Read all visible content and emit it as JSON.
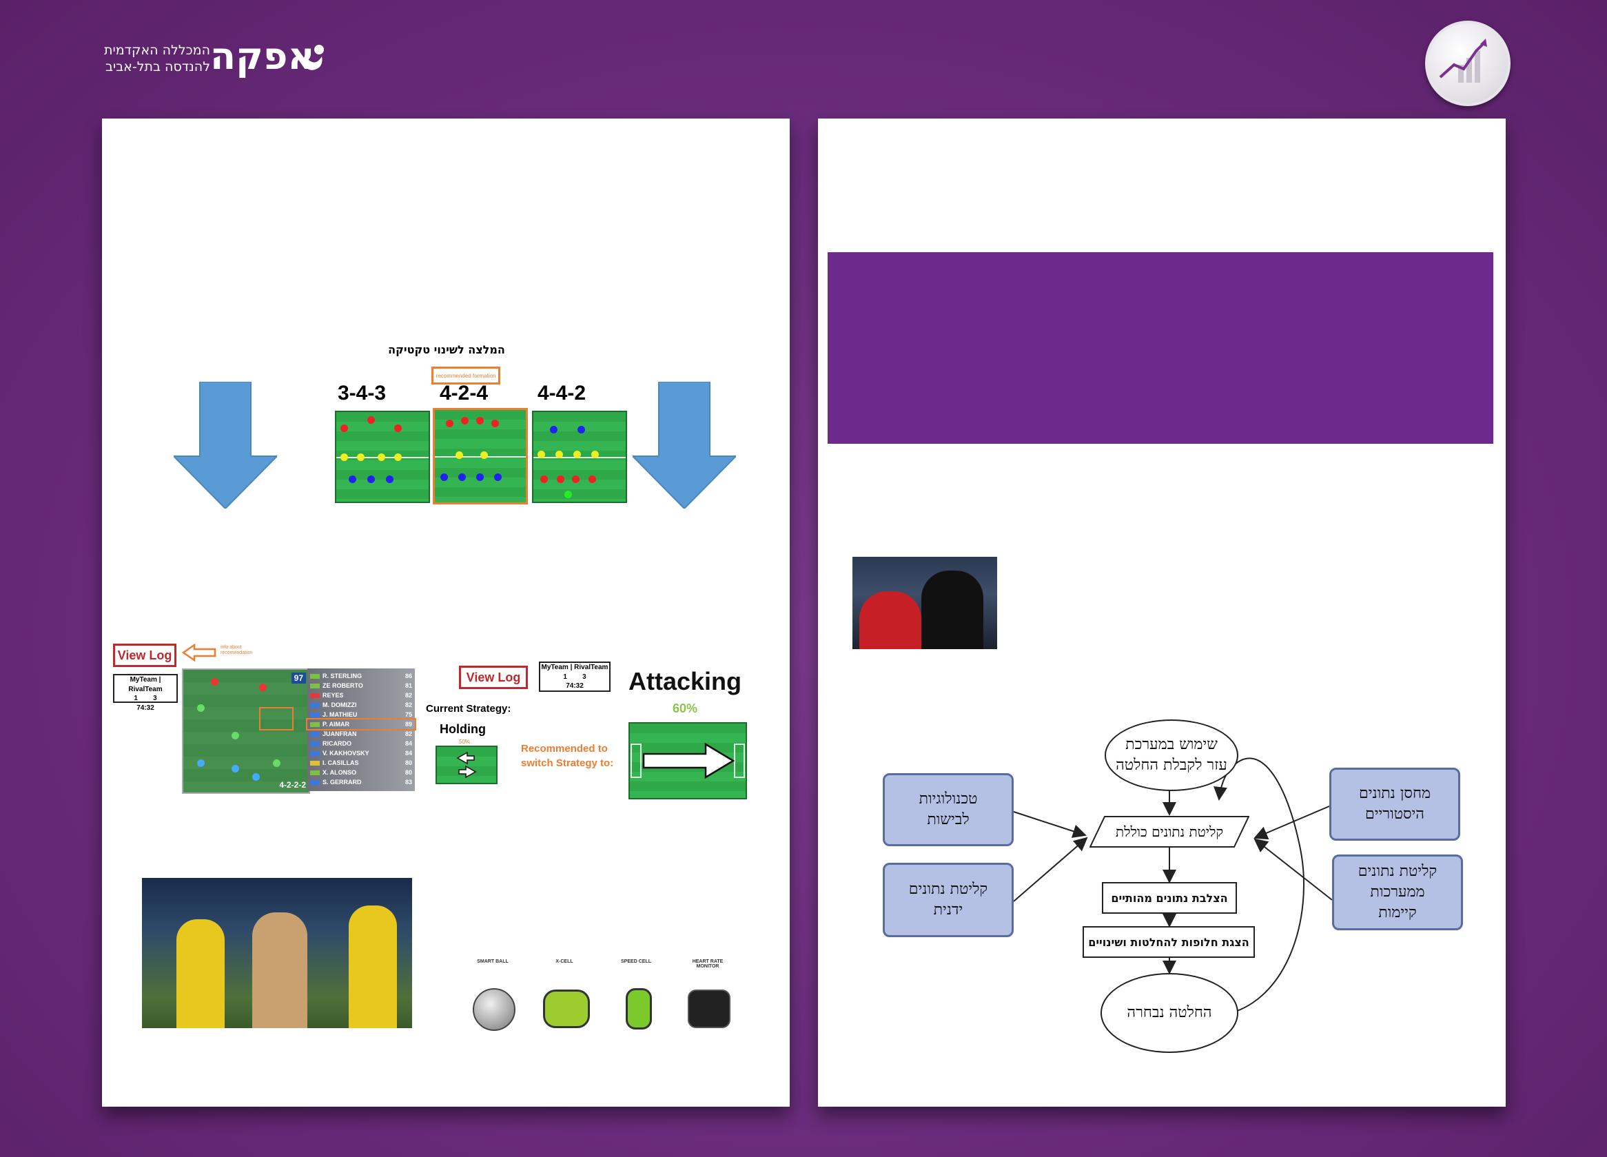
{
  "header": {
    "logo_word": "אפקה",
    "logo_line1": "המכללה האקדמית",
    "logo_line2": "להנדסה בתל-אביב"
  },
  "left_panel": {
    "recommendation_title": "המלצה לשינוי טקטיקה",
    "recommended_badge": "recommended formation",
    "formations": [
      "3-4-3",
      "4-2-4",
      "4-4-2"
    ],
    "view_log_label": "View Log",
    "info_note": "info about recomendation",
    "scoreboard": {
      "teams": "MyTeam | RivalTeam",
      "score": "1        3",
      "time": "74:32"
    },
    "player_list": [
      {
        "name": "R. STERLING",
        "rating": "86"
      },
      {
        "name": "ZE ROBERTO",
        "rating": "81"
      },
      {
        "name": "REYES",
        "rating": "82"
      },
      {
        "name": "M. DOMIZZI",
        "rating": "82"
      },
      {
        "name": "J. MATHIEU",
        "rating": "75"
      },
      {
        "name": "P. AIMAR",
        "rating": "89"
      },
      {
        "name": "JUANFRAN",
        "rating": "82"
      },
      {
        "name": "RICARDO",
        "rating": "84"
      },
      {
        "name": "V. KAKHOVSKY",
        "rating": "84"
      },
      {
        "name": "I. CASILLAS",
        "rating": "80"
      },
      {
        "name": "X. ALONSO",
        "rating": "80"
      },
      {
        "name": "S. GERRARD",
        "rating": "83"
      }
    ],
    "pitch_formation": "4-2-2-2",
    "pitch_rating": "97",
    "current_strategy_label": "Current Strategy:",
    "current_strategy": "Holding",
    "current_pct": "50%",
    "recommended_switch": "Recommended to switch Strategy to:",
    "attacking_label": "Attacking",
    "attacking_pct": "60%",
    "sensors": [
      {
        "label": "SMART BALL"
      },
      {
        "label": "X-CELL"
      },
      {
        "label": "SPEED CELL"
      },
      {
        "label": "HEART RATE MONITOR"
      }
    ]
  },
  "flowchart": {
    "start": "שימוש במערכת\nעזר לקבלת החלטה",
    "input": "קליטת נתונים כוללת",
    "cross": "הצלבת נתונים מהותיים",
    "present": "הצגת חלופות להחלטות ושינויים",
    "decision": "החלטה נבחרה",
    "tech": "טכנולוגיות\nלבישות",
    "manual": "קליטת נתונים\nידנית",
    "history": "מחסן נתונים\nהיסטוריים",
    "existing": "קליטת נתונים\nממערכות\nקיימות"
  },
  "colors": {
    "accent": "#6a2c8c",
    "banner": "#6c2a8d",
    "box_fill": "#b4c0e4",
    "arrow_blue": "#5b9bd5"
  }
}
